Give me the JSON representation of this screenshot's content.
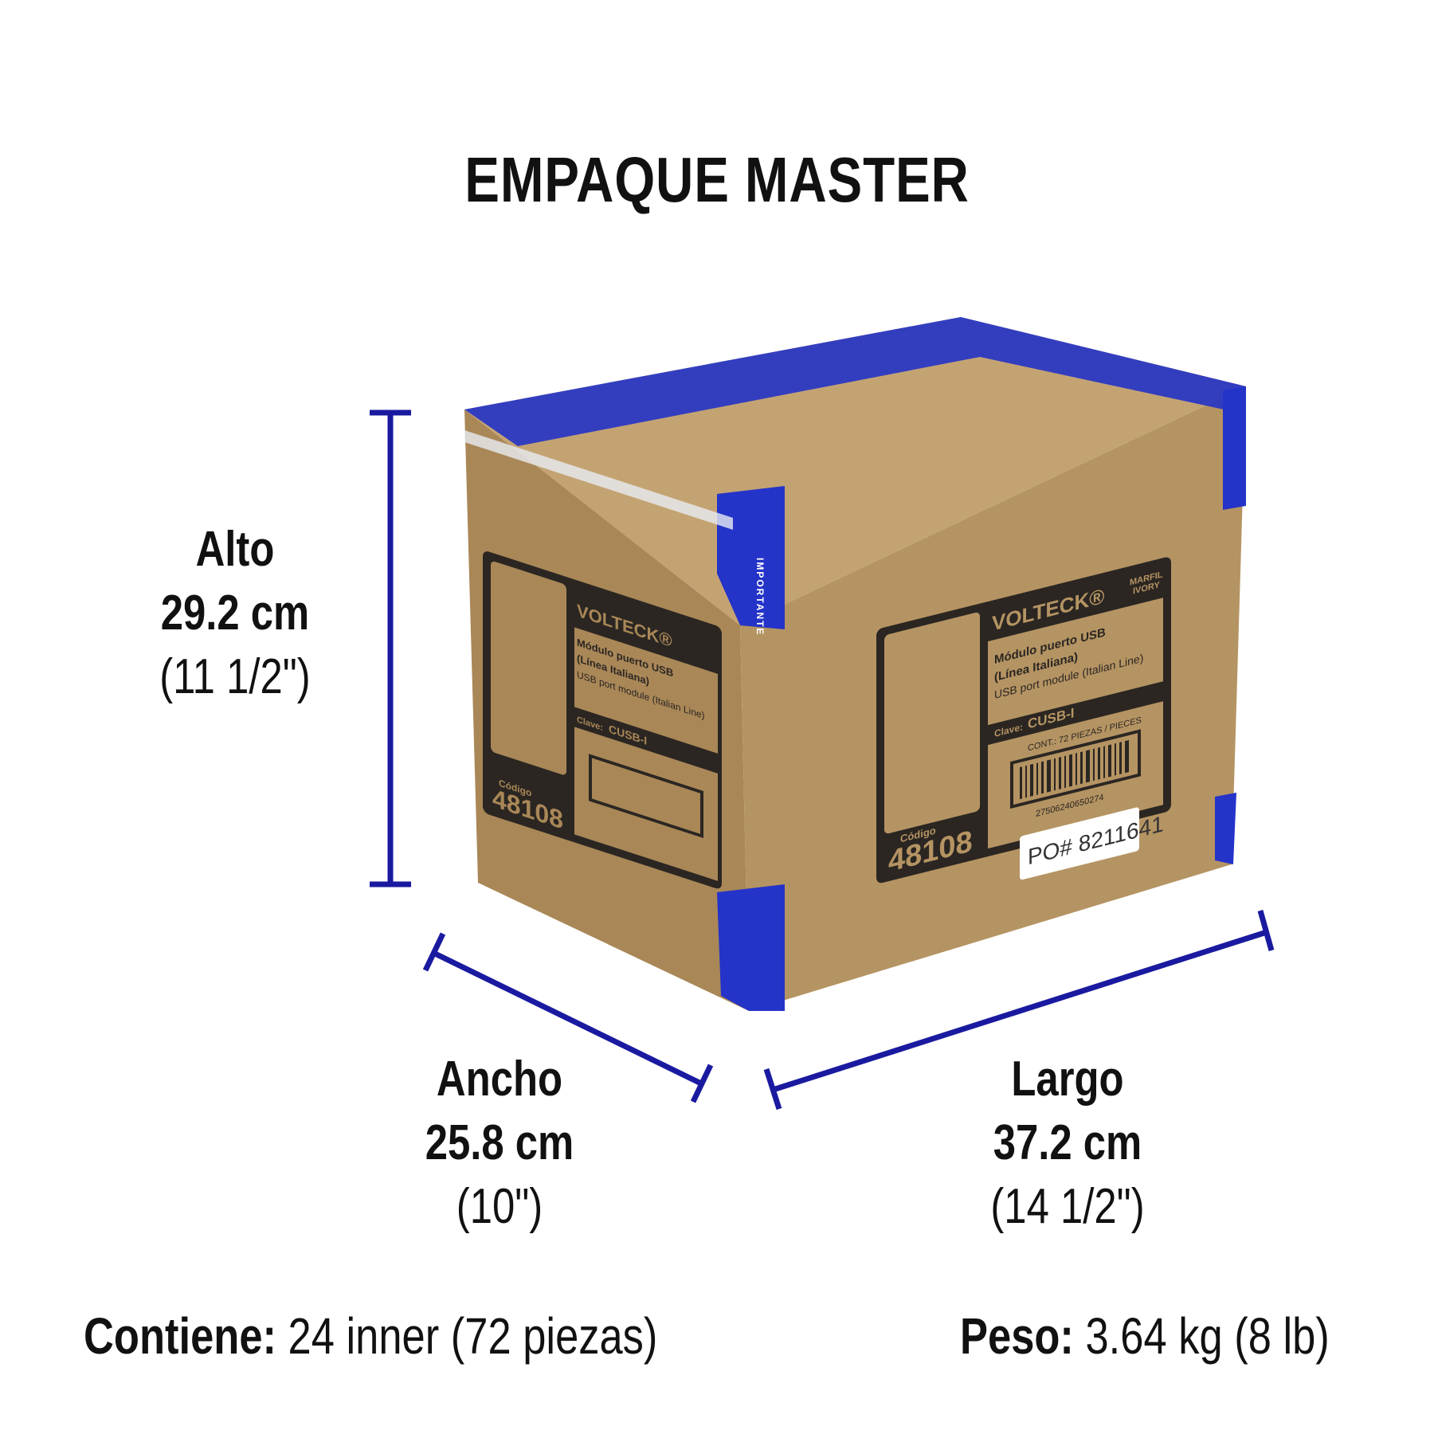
{
  "title": "EMPAQUE MASTER",
  "dimensions": {
    "alto": {
      "label": "Alto",
      "cm": "29.2 cm",
      "in": "(11 1/2\")"
    },
    "ancho": {
      "label": "Ancho",
      "cm": "25.8 cm",
      "in": "(10\")"
    },
    "largo": {
      "label": "Largo",
      "cm": "37.2 cm",
      "in": "(14 1/2\")"
    }
  },
  "footer": {
    "contiene_label": "Contiene:",
    "contiene_value": "24 inner (72 piezas)",
    "peso_label": "Peso:",
    "peso_value": "3.64 kg (8 lb)"
  },
  "box_label": {
    "brand": "VOLTECK®",
    "color": "MARFIL",
    "color_en": "IVORY",
    "name_line1": "Módulo puerto USB",
    "name_line2": "(Línea Italiana)",
    "name_en": "USB port module (Italian Line)",
    "clave_label": "Clave:",
    "clave": "CUSB-I",
    "contents": "CONT.: 72 PIEZAS / PIECES",
    "barcode_number": "27506240650274",
    "codigo_label": "Código",
    "codigo": "48108",
    "po": "PO# 8211641",
    "tape_text": "IMPORTANTE"
  },
  "colors": {
    "dimension_lines": "#1a1aa0",
    "cardboard": "#b4915f",
    "tape": "#2433c8",
    "label_ink": "#2b2622"
  }
}
